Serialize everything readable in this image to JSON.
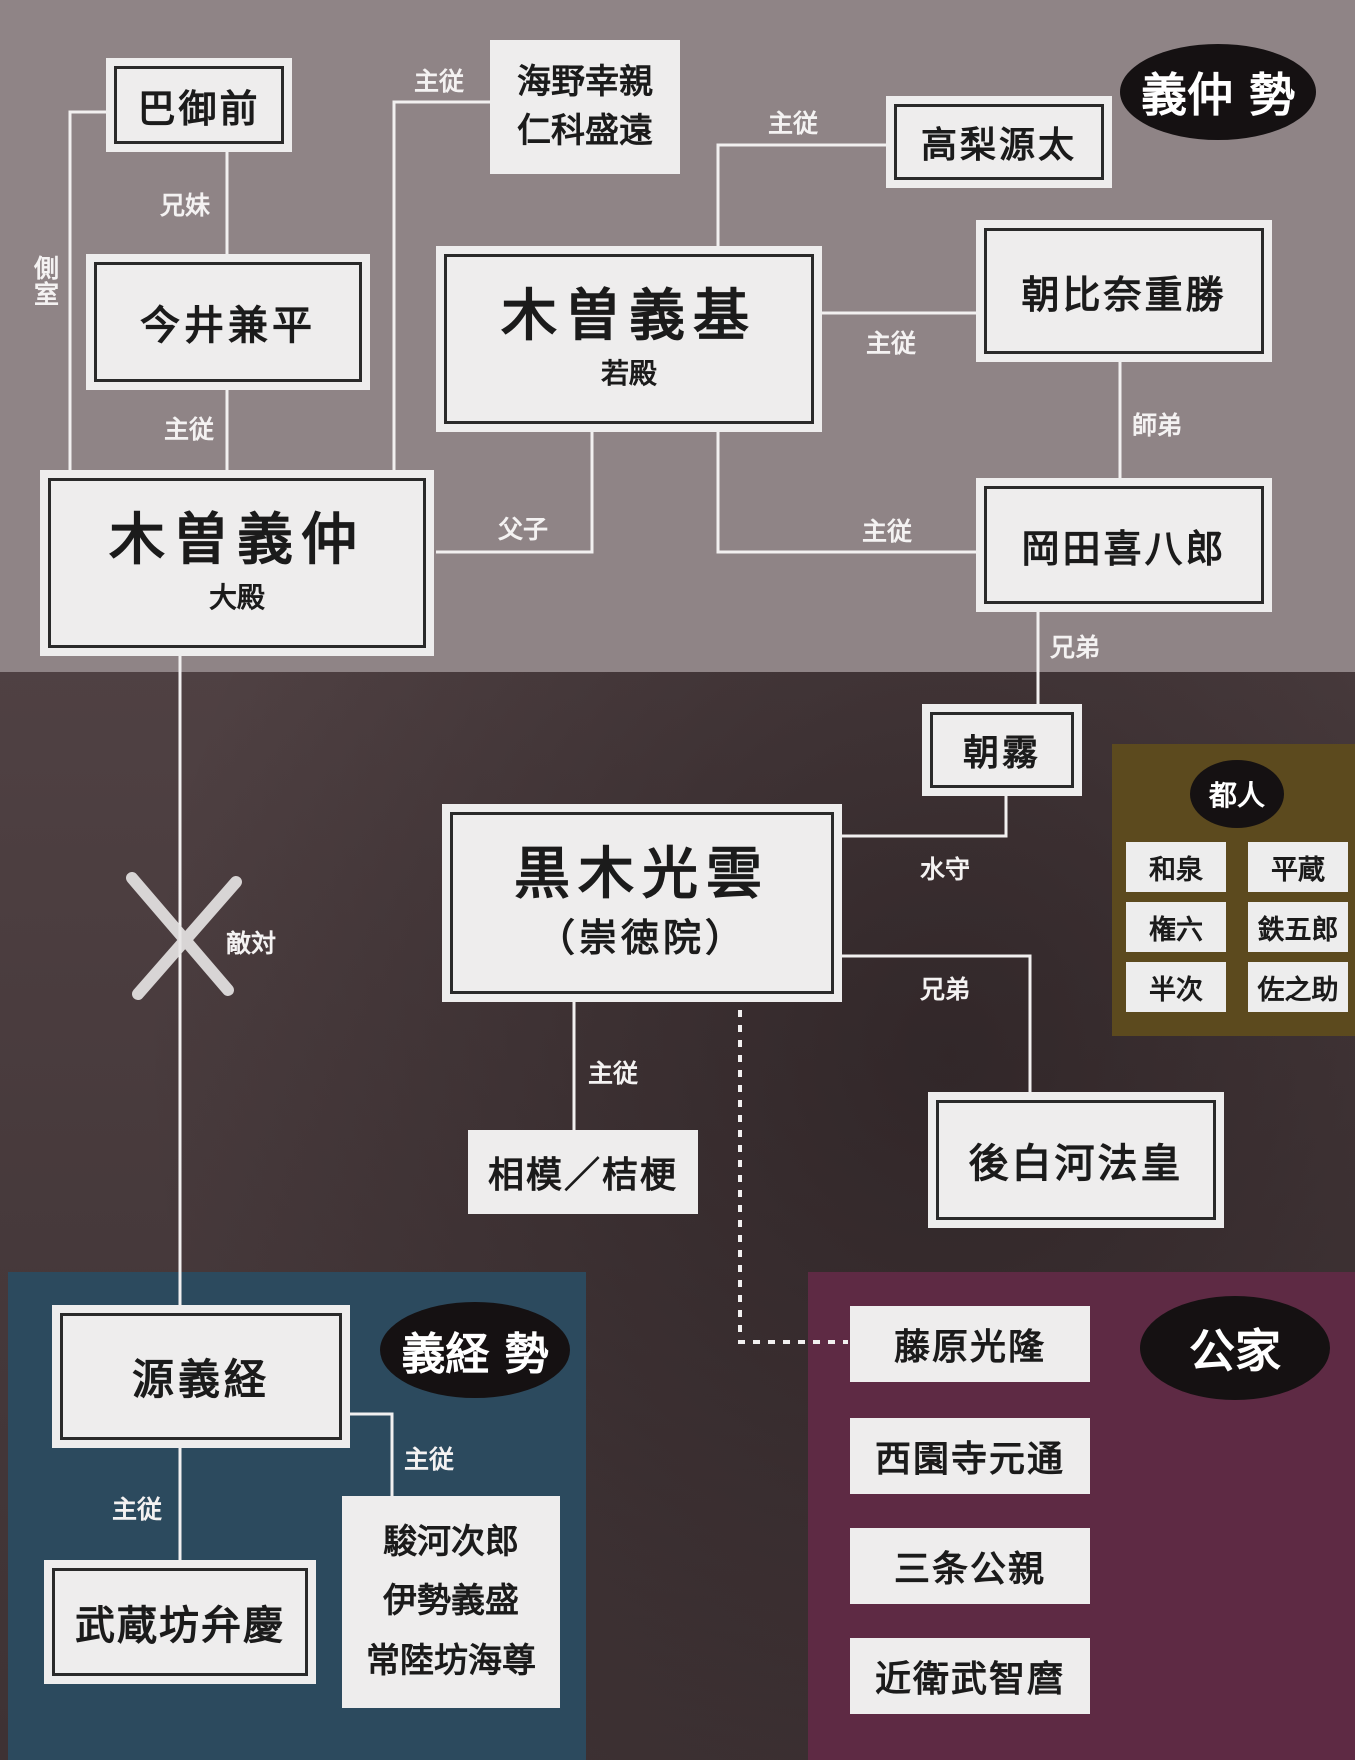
{
  "factions": {
    "yoshinaka": "義仲 勢",
    "yoshitsune": "義経 勢",
    "kuge": "公家",
    "miyako": "都人"
  },
  "nodes": {
    "tomoe": "巴御前",
    "kaino_nishina": [
      "海野幸親",
      "仁科盛遠"
    ],
    "takanashi": "高梨源太",
    "imai": "今井兼平",
    "yoshimoto": {
      "name": "木曽義基",
      "title": "若殿"
    },
    "asahina": "朝比奈重勝",
    "yoshinaka": {
      "name": "木曽義仲",
      "title": "大殿"
    },
    "okada": "岡田喜八郎",
    "asagiri": "朝霧",
    "kuroki": {
      "name": "黒木光雲",
      "title": "（崇徳院）"
    },
    "sagami": "相模／桔梗",
    "goshirakawa": "後白河法皇",
    "yoshitsune": "源義経",
    "benkei": "武蔵坊弁慶",
    "yoshitsune_retainers": [
      "駿河次郎",
      "伊勢義盛",
      "常陸坊海尊"
    ],
    "kuge_members": [
      "藤原光隆",
      "西園寺元通",
      "三条公親",
      "近衛武智麿"
    ],
    "miyako_members": [
      "和泉",
      "平蔵",
      "権六",
      "鉄五郎",
      "半次",
      "佐之助"
    ]
  },
  "relations": {
    "kyoudai_imo": "兄妹",
    "sokushitsu": "側室",
    "shujuu": "主従",
    "oyako": "父子",
    "shitei": "師弟",
    "kyoudai": "兄弟",
    "mizumori": "水守",
    "tekitai": "敵対"
  }
}
